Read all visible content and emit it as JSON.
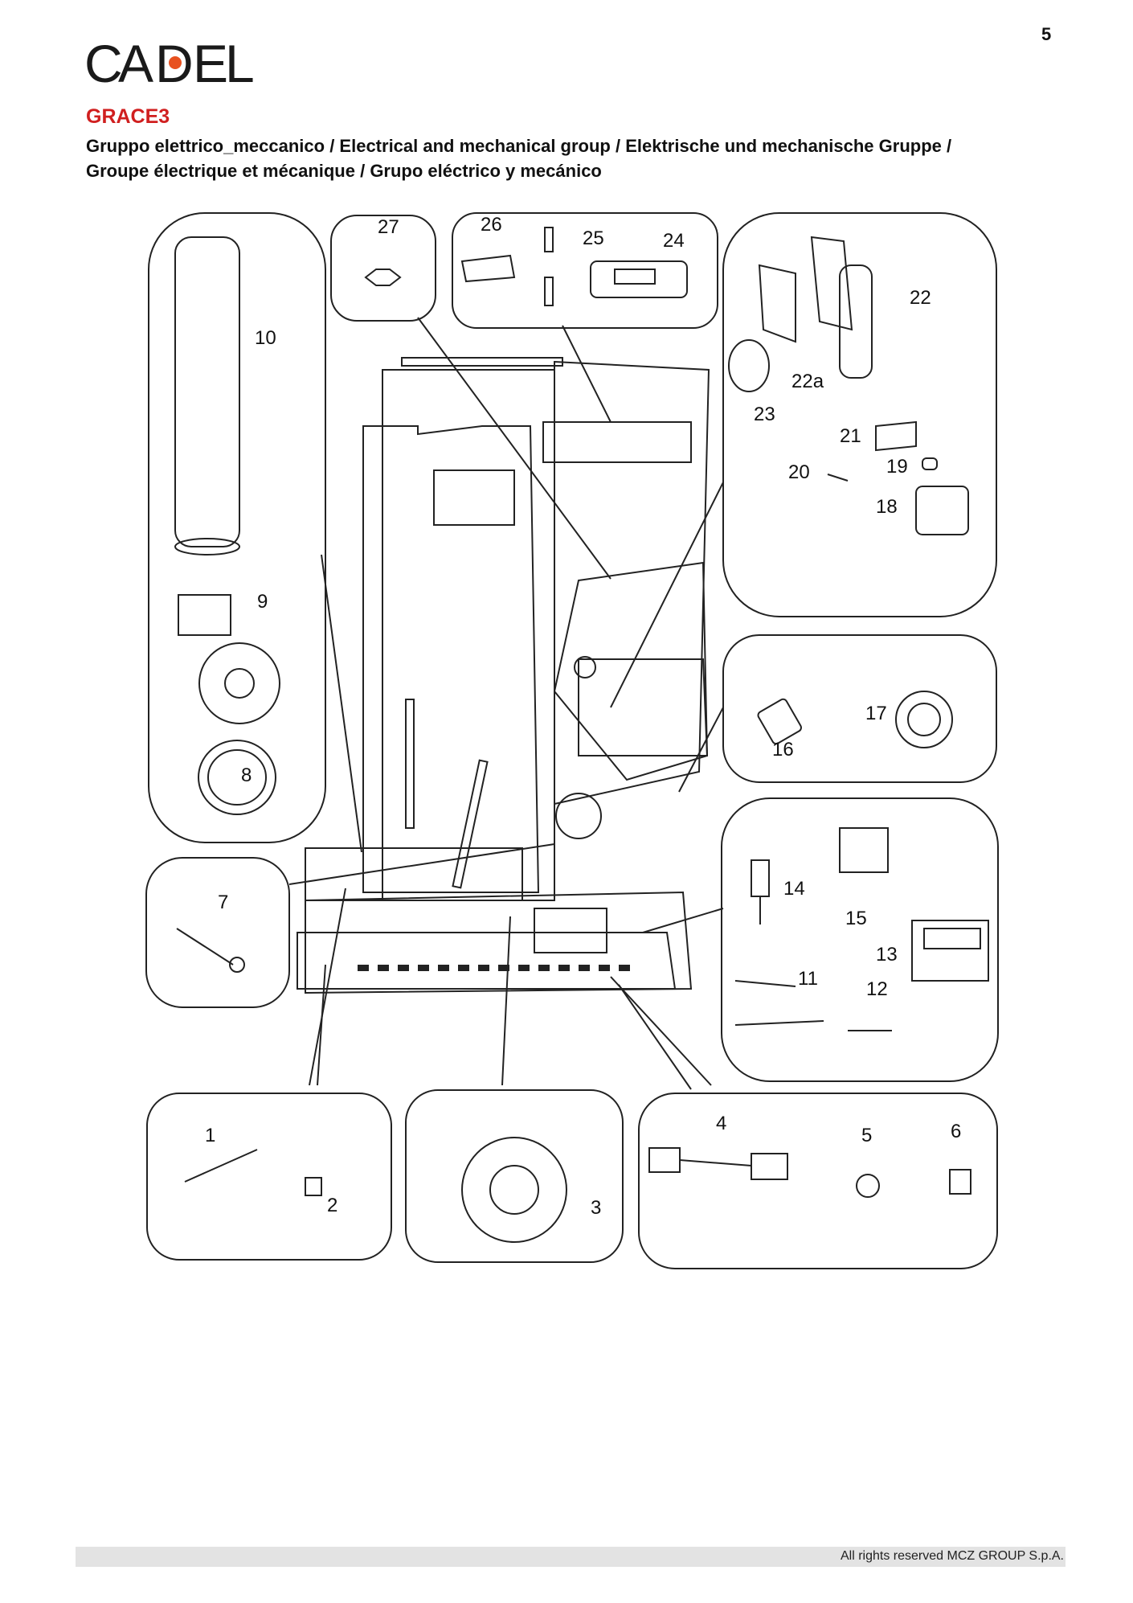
{
  "page": {
    "number": "5"
  },
  "brand": {
    "name": "CADEL",
    "accent_color": "#e8511f"
  },
  "model": "GRACE3",
  "subtitle_line1": "Gruppo elettrico_meccanico / Electrical and mechanical group / Elektrische und mechanische Gruppe /",
  "subtitle_line2": "Groupe électrique et mécanique / Grupo eléctrico y mecánico",
  "callouts": [
    "1",
    "2",
    "3",
    "4",
    "5",
    "6",
    "7",
    "8",
    "9",
    "10",
    "11",
    "12",
    "13",
    "14",
    "15",
    "16",
    "17",
    "18",
    "19",
    "20",
    "21",
    "22",
    "22a",
    "23",
    "24",
    "25",
    "26",
    "27"
  ],
  "footer": {
    "copyright": "All rights reserved MCZ GROUP S.p.A."
  },
  "colors": {
    "model_title": "#d01f1f",
    "footer_bar": "#e3e3e3"
  }
}
